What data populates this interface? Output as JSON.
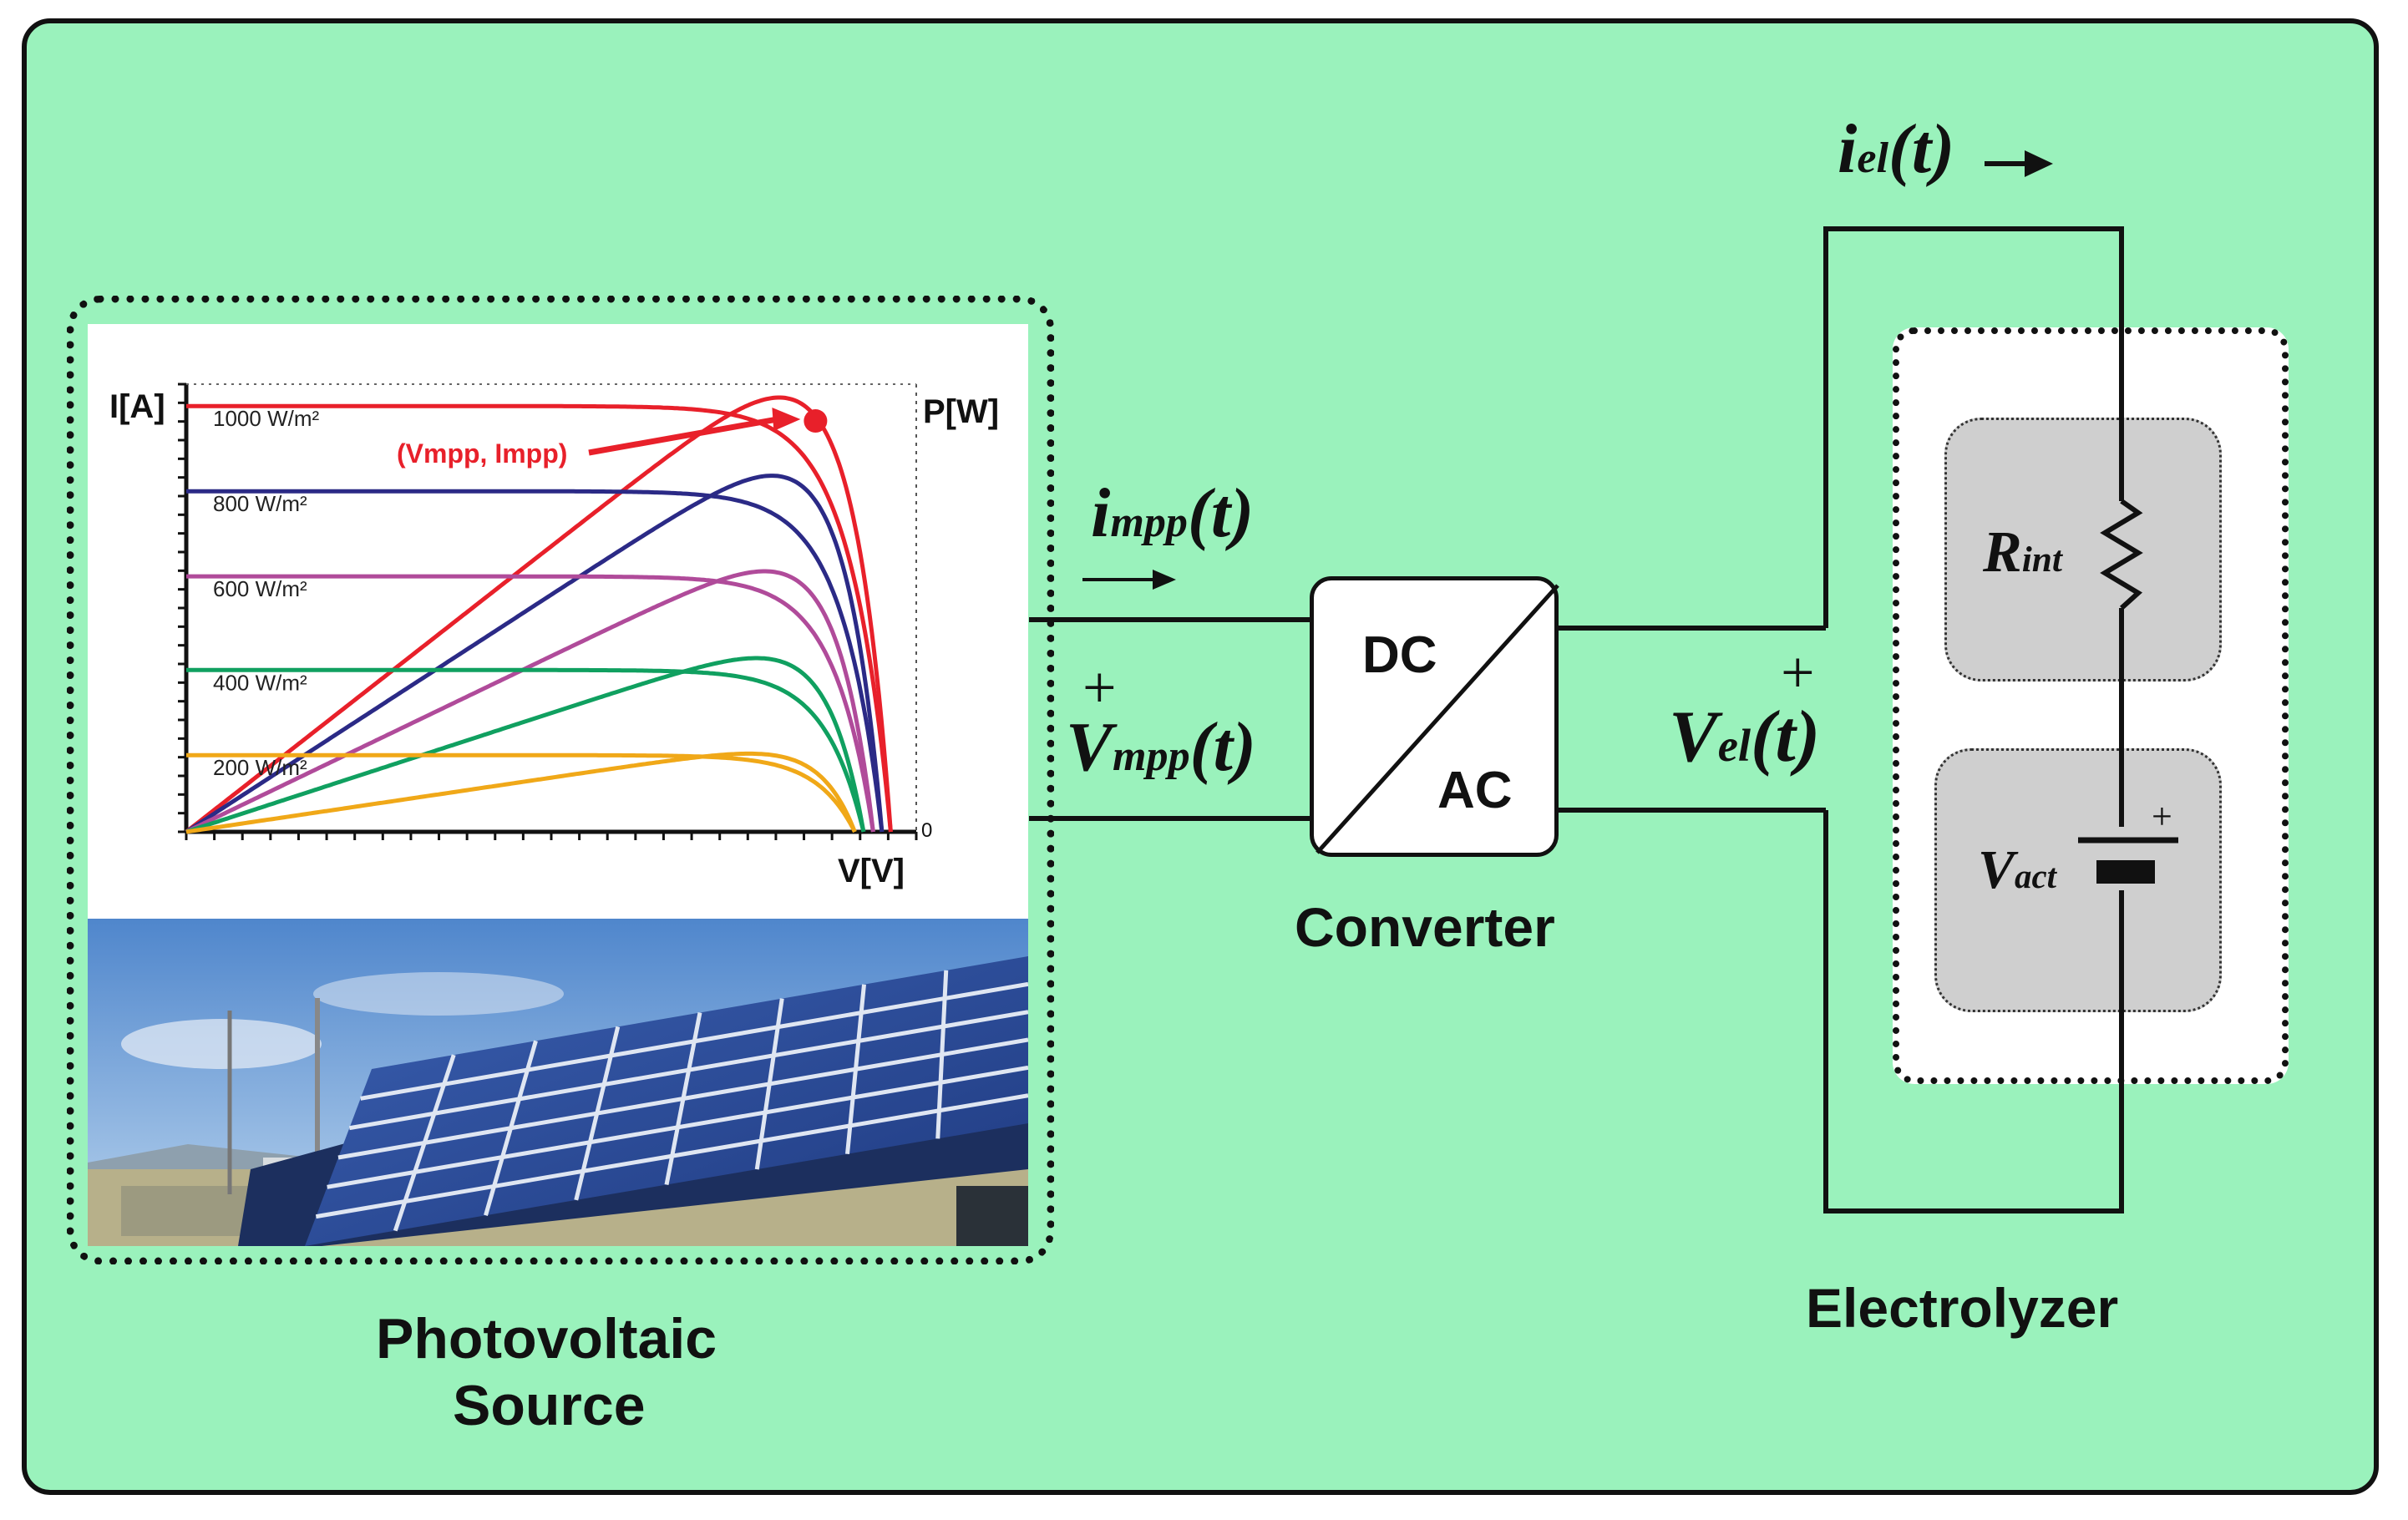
{
  "labels": {
    "pv_source_line1": "Photovoltaic",
    "pv_source_line2": "Source",
    "converter": "Converter",
    "electrolyzer": "Electrolyzer",
    "dc": "DC",
    "ac": "AC",
    "plus": "+"
  },
  "symbols": {
    "impp_main": "i",
    "impp_sub": "mpp",
    "impp_tail": "(t)",
    "vmpp_main": "V",
    "vmpp_sub": "mpp",
    "vmpp_tail": "(t)",
    "vel_main": "V",
    "vel_sub": "el",
    "vel_tail": "(t)",
    "iel_main": "i",
    "iel_sub": "el",
    "iel_tail": "(t)",
    "rint_main": "R",
    "rint_sub": "int",
    "vact_main": "V",
    "vact_sub": "act"
  },
  "chart_data": {
    "type": "line",
    "title": "",
    "ylabel": "I[A]",
    "ylabel_right": "P[W]",
    "xlabel": "V[V]",
    "zero_label": "0",
    "annotation": "(Vmpp, Impp)",
    "series": [
      {
        "name": "1000 W/m²",
        "color": "#e8202a",
        "isc": 1.0,
        "pmax": 1.0
      },
      {
        "name": "800 W/m²",
        "color": "#2b2a86",
        "isc": 0.8,
        "pmax": 0.82
      },
      {
        "name": "600 W/m²",
        "color": "#b04b9a",
        "isc": 0.6,
        "pmax": 0.6
      },
      {
        "name": "400 W/m²",
        "color": "#10a060",
        "isc": 0.38,
        "pmax": 0.4
      },
      {
        "name": "200 W/m²",
        "color": "#f0a818",
        "isc": 0.18,
        "pmax": 0.18
      }
    ],
    "mpp_marker": {
      "series": "1000 W/m²",
      "color": "#e8202a"
    }
  },
  "colors": {
    "background": "#9af2bc",
    "panel_fill": "#cfcfcf",
    "line": "#111111",
    "sky_top": "#5b8fd0",
    "panel_blue": "#2f4f9a"
  }
}
